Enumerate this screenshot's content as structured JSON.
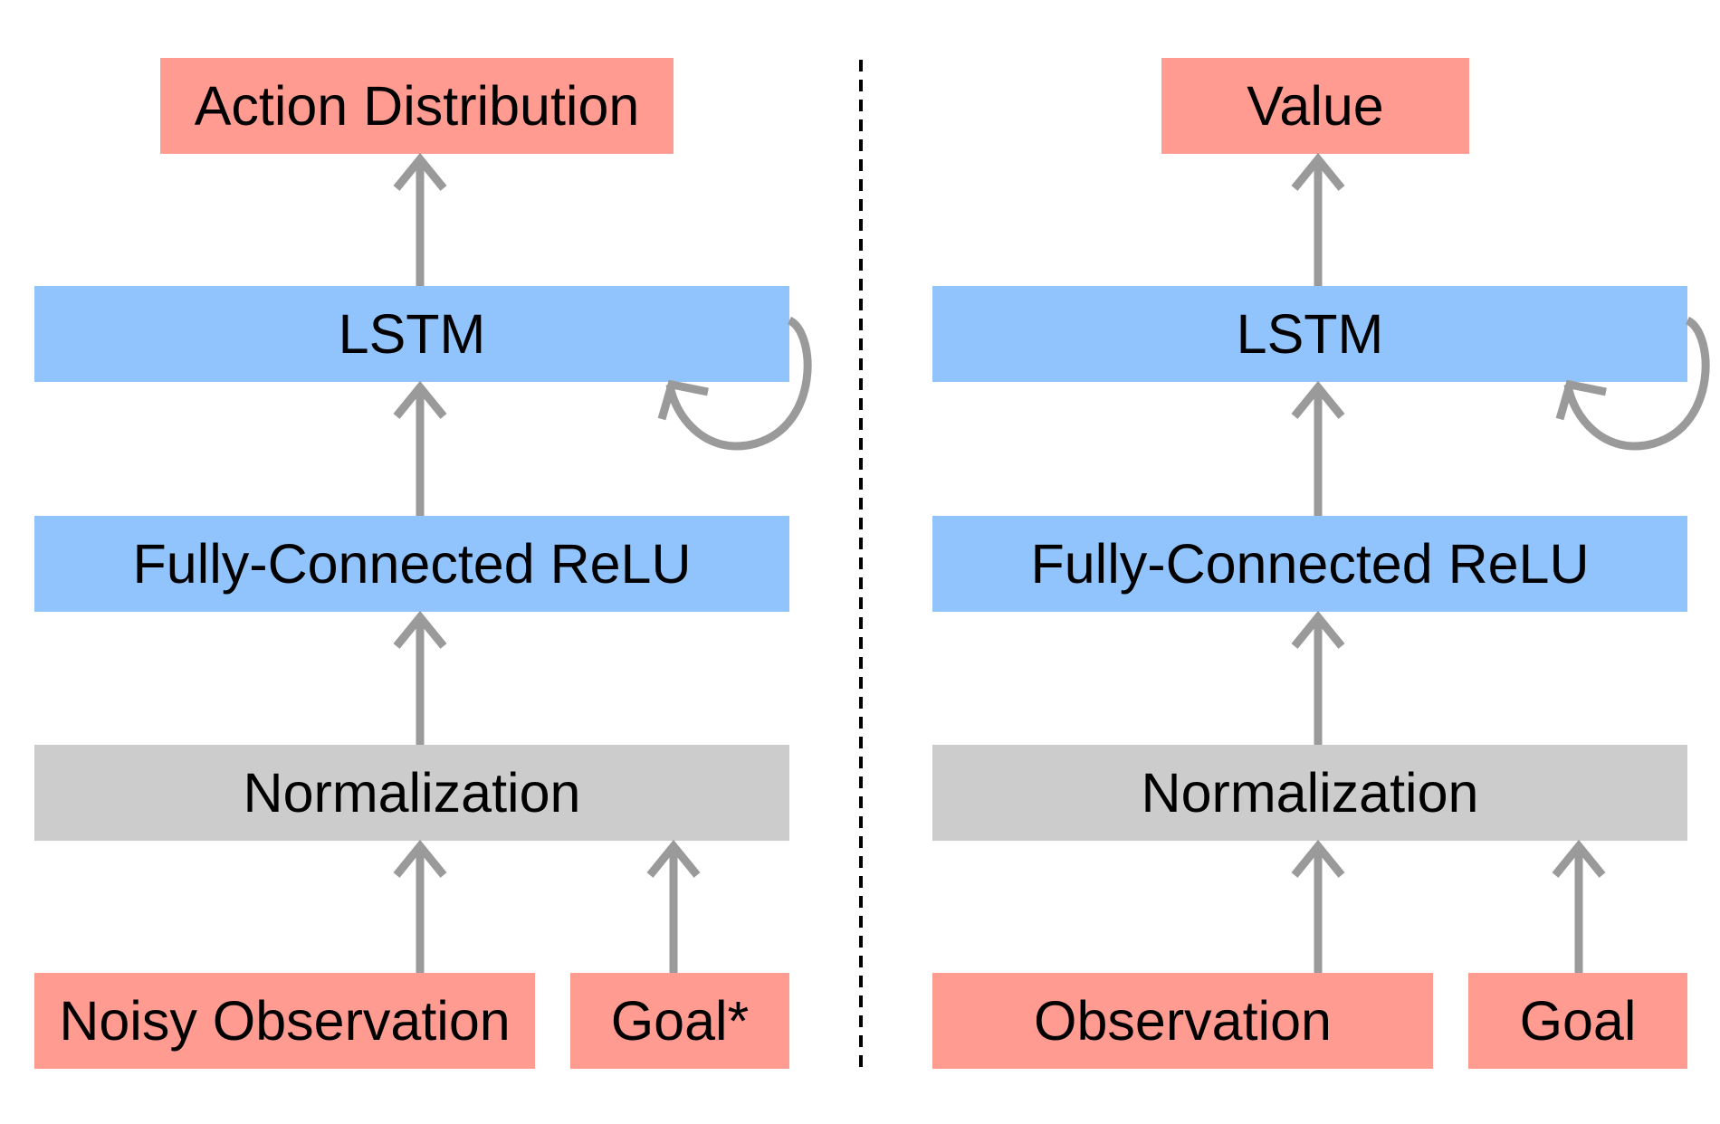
{
  "colors": {
    "output_input": "#ff9b91",
    "layer": "#91c4fc",
    "normalization": "#cccccc",
    "arrow": "#9a9a9a",
    "divider": "#000000"
  },
  "icons": {
    "arrow": "up-arrow-icon",
    "recurrence": "loop-arrow-icon"
  },
  "policy": {
    "output": "Action Distribution",
    "lstm": "LSTM",
    "fc": "Fully-Connected ReLU",
    "norm": "Normalization",
    "input_obs": "Noisy Observation",
    "input_goal": "Goal*"
  },
  "value": {
    "output": "Value",
    "lstm": "LSTM",
    "fc": "Fully-Connected ReLU",
    "norm": "Normalization",
    "input_obs": "Observation",
    "input_goal": "Goal"
  }
}
